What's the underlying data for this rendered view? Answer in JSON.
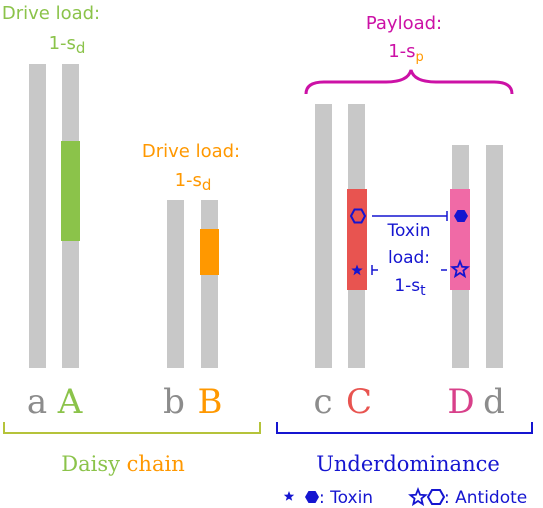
{
  "colors": {
    "chromosome": "#c8c8c8",
    "green": "#8bc34a",
    "orange": "#ff9800",
    "red": "#e85450",
    "pink": "#f06aa6",
    "magenta": "#cc11a6",
    "blue": "#1515d0",
    "olive": "#b5c33a",
    "gray_letter": "#8c8c8c"
  },
  "drive_load_a": {
    "line1": "Drive load:",
    "prefix": "1-s",
    "sub": "d"
  },
  "drive_load_b": {
    "line1": "Drive load:",
    "prefix": "1-s",
    "sub": "d"
  },
  "payload": {
    "line1": "Payload:",
    "prefix": "1-s",
    "sub": "p"
  },
  "toxin_load": {
    "line1": "Toxin",
    "line2": "load:",
    "prefix": "1-s",
    "sub": "t"
  },
  "alleles": [
    "a",
    "A",
    "b",
    "B",
    "c",
    "C",
    "D",
    "d"
  ],
  "daisy": {
    "word1": "Daisy",
    "word2": "chain"
  },
  "underdominance": "Underdominance",
  "legend": {
    "toxin": ": Toxin",
    "antidote": ": Antidote"
  }
}
